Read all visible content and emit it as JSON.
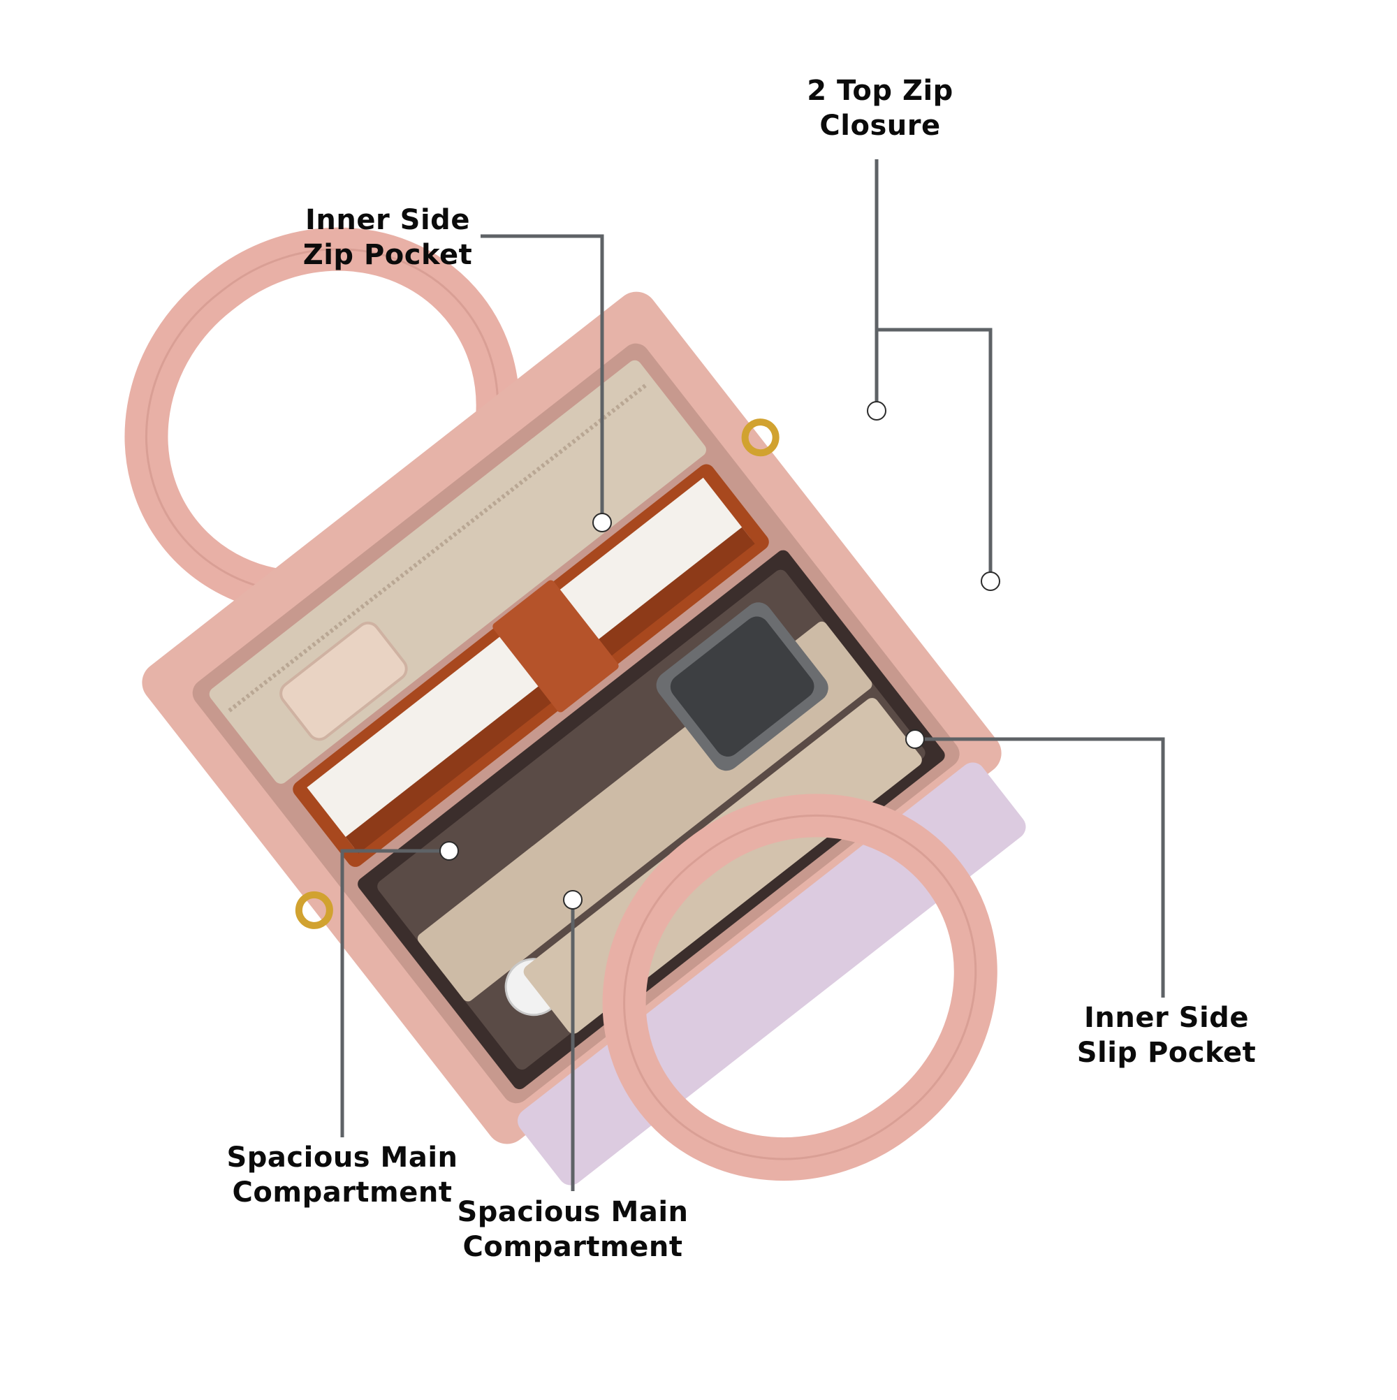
{
  "image": {
    "subject": "handbag-top-view",
    "colors": {
      "bag_pink": "#e6b3a8",
      "bag_pink_dark": "#c98d83",
      "handle_pink": "#e8b0a6",
      "lilac": "#dccbe0",
      "lining": "#d7c9b6",
      "wallet_brown": "#a8481e",
      "hardware_gold": "#d1a230",
      "leader_line": "#5e6266",
      "marker_dot": "#ffffff"
    }
  },
  "callouts": {
    "top_zip": {
      "line1": "2 Top Zip",
      "line2": "Closure"
    },
    "inner_zip": {
      "line1": "Inner Side",
      "line2": "Zip Pocket"
    },
    "slip_pocket": {
      "line1": "Inner Side",
      "line2": "Slip Pocket"
    },
    "main_left": {
      "line1": "Spacious Main",
      "line2": "Compartment"
    },
    "main_center": {
      "line1": "Spacious Main",
      "line2": "Compartment"
    }
  }
}
